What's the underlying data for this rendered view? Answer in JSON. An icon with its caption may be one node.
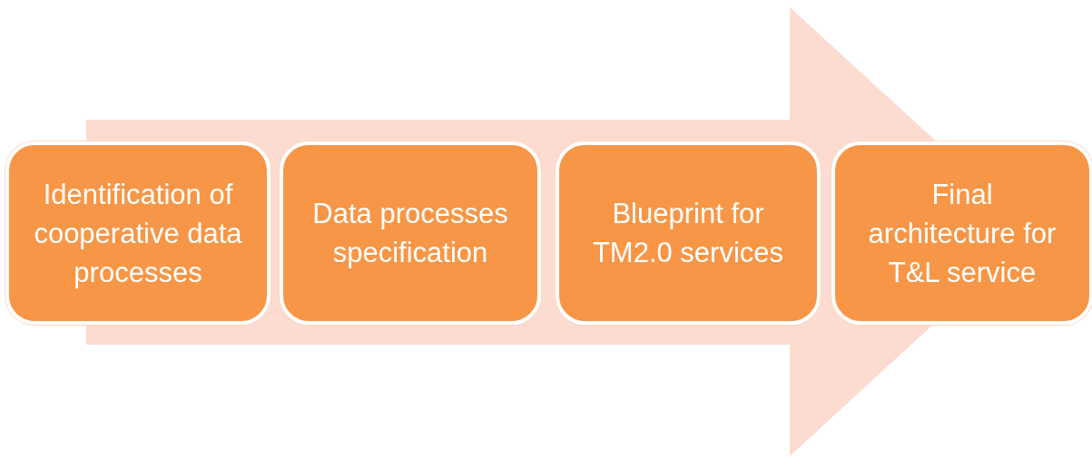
{
  "diagram": {
    "nodes": [
      {
        "text": [
          "Identification of cooperative data processes"
        ]
      },
      {
        "text": [
          "Data processes specification"
        ]
      },
      {
        "text": [
          "Blueprint for TM2.0 services"
        ]
      },
      {
        "text": [
          "Final architecture for T&L service"
        ]
      }
    ],
    "edges": [
      {
        "from": 0,
        "to": 3,
        "arrow": "to"
      }
    ]
  }
}
